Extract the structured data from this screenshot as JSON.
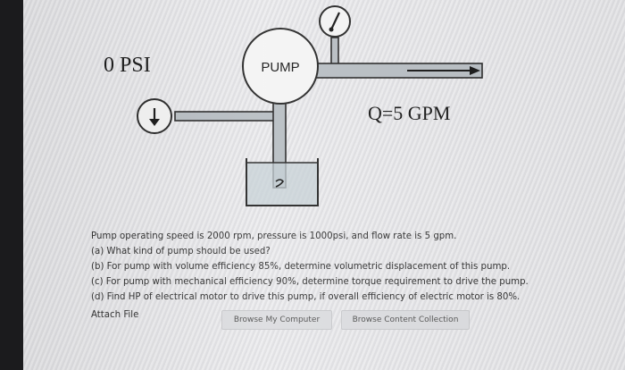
{
  "diagram": {
    "pressure_left": "0 PSI",
    "pump_label": "PUMP",
    "flow_label": "Q=5 GPM"
  },
  "question": {
    "intro": "Pump operating speed is 2000 rpm, pressure is 1000psi, and flow rate is 5 gpm.",
    "a": "(a) What kind of pump should be used?",
    "b": "(b) For pump with volume efficiency 85%, determine volumetric displacement of this pump.",
    "c": "(c) For pump with mechanical efficiency 90%, determine torque requirement to drive the pump.",
    "d": "(d) Find HP of electrical motor to drive this pump, if overall efficiency of electric motor is 80%."
  },
  "attach": {
    "label": "Attach File",
    "browse_computer": "Browse My Computer",
    "browse_collection": "Browse Content Collection"
  }
}
